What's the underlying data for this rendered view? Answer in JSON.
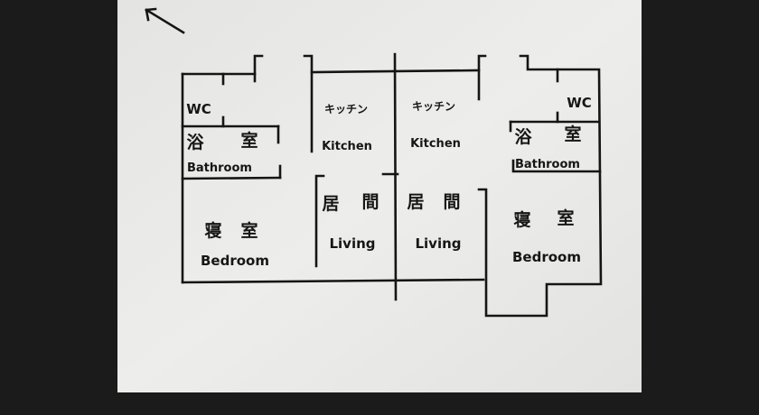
{
  "colors": {
    "frame": "#1b1b1b",
    "paper": "#e9e9e7",
    "ink": "#151515"
  },
  "icons": {
    "north": "north-arrow-icon"
  },
  "units": [
    {
      "wc": "WC",
      "bath_jp_1": "浴",
      "bath_jp_2": "室",
      "bath_en": "Bathroom",
      "bed_jp_1": "寝",
      "bed_jp_2": "室",
      "bed_en": "Bedroom",
      "kitchen_jp": "キッチン",
      "kitchen_en": "Kitchen",
      "living_jp_1": "居",
      "living_jp_2": "間",
      "living_en": "Living"
    },
    {
      "wc": "WC",
      "bath_jp_1": "浴",
      "bath_jp_2": "室",
      "bath_en": "Bathroom",
      "bed_jp_1": "寝",
      "bed_jp_2": "室",
      "bed_en": "Bedroom",
      "kitchen_jp": "キッチン",
      "kitchen_en": "Kitchen",
      "living_jp_1": "居",
      "living_jp_2": "間",
      "living_en": "Living"
    }
  ]
}
